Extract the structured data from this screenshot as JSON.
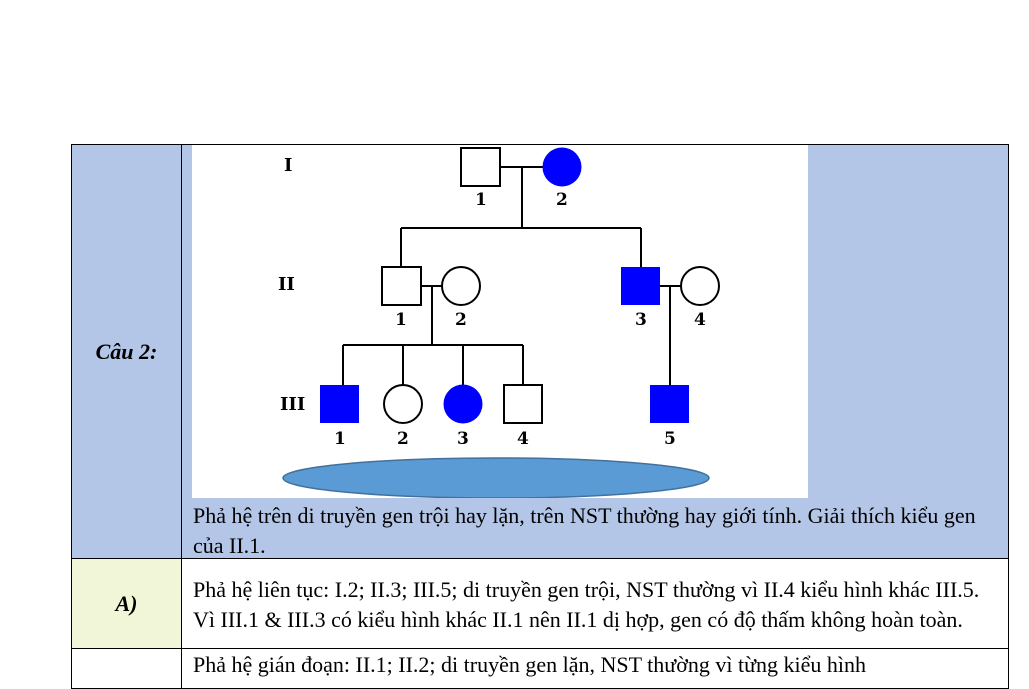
{
  "question": {
    "label": "Câu 2:",
    "text": "Phả hệ trên di truyền gen trội hay lặn, trên NST thường hay giới tính. Giải thích kiểu gen của II.1."
  },
  "pedigree": {
    "generations": [
      "I",
      "II",
      "III"
    ],
    "affected_color": "#0000ff",
    "oval_color": "#5b9bd5",
    "individuals": [
      {
        "id": "I.1",
        "label": "1",
        "sex": "male",
        "affected": false
      },
      {
        "id": "I.2",
        "label": "2",
        "sex": "female",
        "affected": true
      },
      {
        "id": "II.1",
        "label": "1",
        "sex": "male",
        "affected": false
      },
      {
        "id": "II.2",
        "label": "2",
        "sex": "female",
        "affected": false
      },
      {
        "id": "II.3",
        "label": "3",
        "sex": "male",
        "affected": true
      },
      {
        "id": "II.4",
        "label": "4",
        "sex": "female",
        "affected": false
      },
      {
        "id": "III.1",
        "label": "1",
        "sex": "male",
        "affected": true
      },
      {
        "id": "III.2",
        "label": "2",
        "sex": "female",
        "affected": false
      },
      {
        "id": "III.3",
        "label": "3",
        "sex": "female",
        "affected": true
      },
      {
        "id": "III.4",
        "label": "4",
        "sex": "male",
        "affected": false
      },
      {
        "id": "III.5",
        "label": "5",
        "sex": "male",
        "affected": true
      }
    ]
  },
  "options": [
    {
      "label": "A)",
      "text": "Phả hệ liên tục: I.2; II.3; III.5; di truyền gen trội, NST thường vì II.4 kiểu hình khác III.5. Vì III.1 & III.3 có kiểu hình khác II.1 nên II.1 dị hợp, gen có độ thấm không hoàn toàn."
    },
    {
      "label": "",
      "text": "Phả hệ gián đoạn: II.1; II.2; di truyền gen lặn, NST thường vì từng kiểu hình"
    }
  ]
}
